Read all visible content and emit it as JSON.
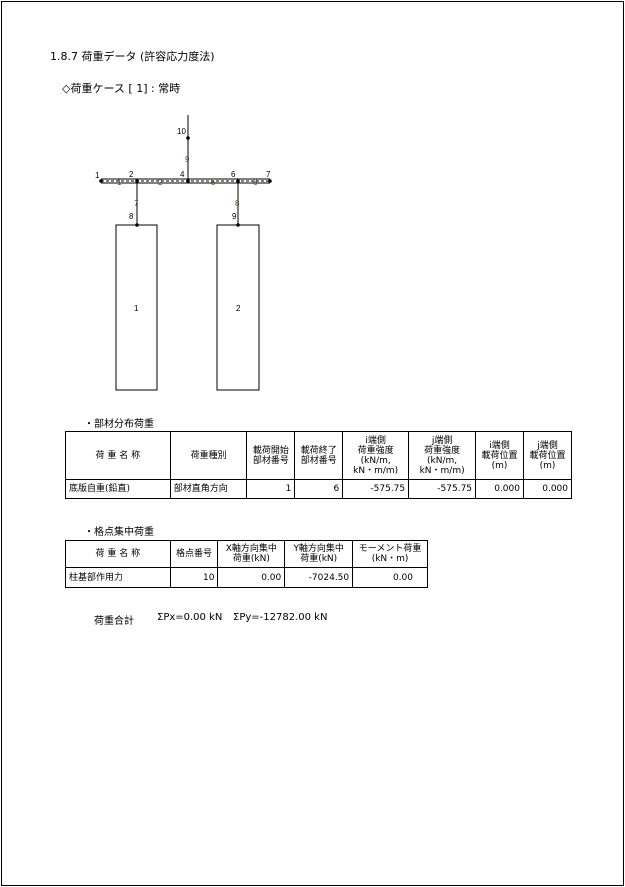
{
  "section_title": "1.8.7 荷重データ (許容応力度法)",
  "case_title": "◇荷重ケース [ 1] : 常時",
  "diagram": {
    "node_labels": [
      "1",
      "2",
      "4",
      "6",
      "7",
      "10",
      "8",
      "9"
    ],
    "member_labels": [
      "1",
      "2",
      "5",
      "6",
      "9",
      "7",
      "8"
    ],
    "body_labels": [
      "1",
      "2"
    ]
  },
  "distributed": {
    "title": "・部材分布荷重",
    "headers": [
      "荷 重 名 称",
      "荷重種別",
      "載荷開始\n部材番号",
      "載荷終了\n部材番号",
      "i端側\n荷重強度\n(kN/m,\nkN・m/m)",
      "j端側\n荷重強度\n(kN/m,\nkN・m/m)",
      "i端側\n載荷位置\n(m)",
      "j端側\n載荷位置\n(m)"
    ],
    "rows": [
      [
        "底版自重(鉛直)",
        "部材直角方向",
        "1",
        "6",
        "-575.75",
        "-575.75",
        "0.000",
        "0.000"
      ]
    ]
  },
  "nodal": {
    "title": "・格点集中荷重",
    "headers": [
      "荷 重 名 称",
      "格点番号",
      "X軸方向集中\n荷重(kN)",
      "Y軸方向集中\n荷重(kN)",
      "モーメント荷重\n(kN・m)"
    ],
    "rows": [
      [
        "柱基部作用力",
        "10",
        "0.00",
        "-7024.50",
        "0.00"
      ]
    ]
  },
  "total": {
    "label": "荷重合計",
    "px": "ΣPx=0.00 kN",
    "py": "ΣPy=-12782.00 kN"
  }
}
